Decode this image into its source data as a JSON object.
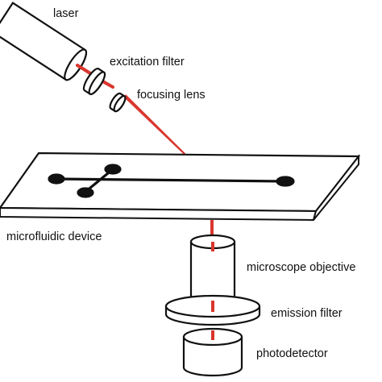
{
  "labels": {
    "laser": "laser",
    "excitation_filter": "excitation filter",
    "focusing_lens": "focusing lens",
    "microfluidic_device": "microfluidic device",
    "microscope_objective": "microscope objective",
    "emission_filter": "emission filter",
    "photodetector": "photodetector"
  },
  "colors": {
    "beam": "#d9362e",
    "outline": "#111111",
    "fill": "#ffffff"
  }
}
